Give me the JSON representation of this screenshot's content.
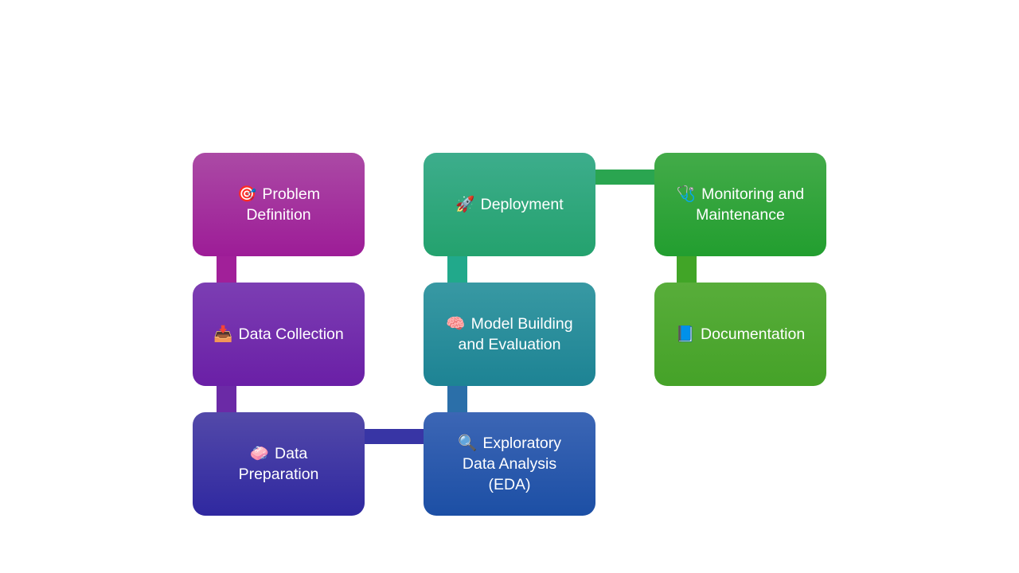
{
  "canvas": {
    "background": "#ffffff"
  },
  "diagram": {
    "type": "flowchart",
    "nodes": [
      {
        "id": "problem-definition",
        "icon": "🎯",
        "icon_name": "target-icon",
        "label": "Problem\nDefinition",
        "colors": {
          "top": "#AB4AA5",
          "bottom": "#9D1C97"
        }
      },
      {
        "id": "data-collection",
        "icon": "📥",
        "icon_name": "inbox-tray-icon",
        "label": "Data Collection",
        "colors": {
          "top": "#7C3EB3",
          "bottom": "#6A1FA6"
        }
      },
      {
        "id": "data-preparation",
        "icon": "🧼",
        "icon_name": "soap-icon",
        "label": "Data\nPreparation",
        "colors": {
          "top": "#5349A9",
          "bottom": "#2F28A0"
        }
      },
      {
        "id": "exploratory-data-analysis",
        "icon": "🔍",
        "icon_name": "magnifying-glass-icon",
        "label": "Exploratory\nData Analysis\n(EDA)",
        "colors": {
          "top": "#3C66B5",
          "bottom": "#1C4FA5"
        }
      },
      {
        "id": "model-building-evaluation",
        "icon": "🧠",
        "icon_name": "brain-icon",
        "label": "Model Building\nand Evaluation",
        "colors": {
          "top": "#3899A3",
          "bottom": "#1D8394"
        }
      },
      {
        "id": "deployment",
        "icon": "🚀",
        "icon_name": "rocket-icon",
        "label": "Deployment",
        "colors": {
          "top": "#3DAD8C",
          "bottom": "#24A26E"
        }
      },
      {
        "id": "monitoring-maintenance",
        "icon": "🩺",
        "icon_name": "stethoscope-icon",
        "label": "Monitoring and\nMaintenance",
        "colors": {
          "top": "#43AB49",
          "bottom": "#229E2F"
        }
      },
      {
        "id": "documentation",
        "icon": "📘",
        "icon_name": "blue-book-icon",
        "label": "Documentation",
        "colors": {
          "top": "#58AD3A",
          "bottom": "#45A228"
        }
      }
    ],
    "connectors": [
      {
        "from": "problem-definition",
        "to": "data-collection",
        "orientation": "vertical",
        "color": "#A12099"
      },
      {
        "from": "data-collection",
        "to": "data-preparation",
        "orientation": "vertical",
        "color": "#6B2AA6"
      },
      {
        "from": "data-preparation",
        "to": "exploratory-data-analysis",
        "orientation": "horizontal",
        "color": "#3835A5"
      },
      {
        "from": "exploratory-data-analysis",
        "to": "model-building-evaluation",
        "orientation": "vertical",
        "color": "#2B6FA9"
      },
      {
        "from": "model-building-evaluation",
        "to": "deployment",
        "orientation": "vertical",
        "color": "#21A98B"
      },
      {
        "from": "deployment",
        "to": "monitoring-maintenance",
        "orientation": "horizontal",
        "color": "#2AA550"
      },
      {
        "from": "monitoring-maintenance",
        "to": "documentation",
        "orientation": "vertical",
        "color": "#41A527"
      }
    ]
  }
}
